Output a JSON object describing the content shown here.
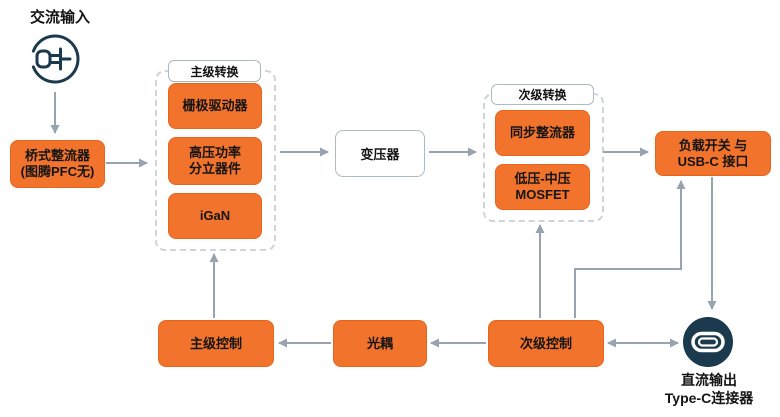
{
  "colors": {
    "accent_orange": "#f2732c",
    "dark_navy": "#1c3a4e",
    "arrow_gray": "#97a3ae"
  },
  "nodes": {
    "ac_input_label": "交流输入",
    "bridge_rectifier": "桥式整流器\n(图腾PFC无)",
    "primary_group_label": "主级转换",
    "gate_driver": "栅极驱动器",
    "hv_power_discretes": "高压功率\n分立器件",
    "igan": "iGaN",
    "transformer": "变压器",
    "secondary_group_label": "次级转换",
    "sync_rectifier": "同步整流器",
    "lv_mv_mosfet": "低压-中压\nMOSFET",
    "load_switch_usbc": "负载开关 与\nUSB-C 接口",
    "primary_control": "主级控制",
    "optocoupler": "光耦",
    "secondary_control": "次级控制",
    "dc_output_line1": "直流输出",
    "dc_output_line2": "Type-C连接器"
  },
  "icons": {
    "ac_plug_icon": "ac-plug",
    "usbc_connector_icon": "usb-c-connector"
  }
}
